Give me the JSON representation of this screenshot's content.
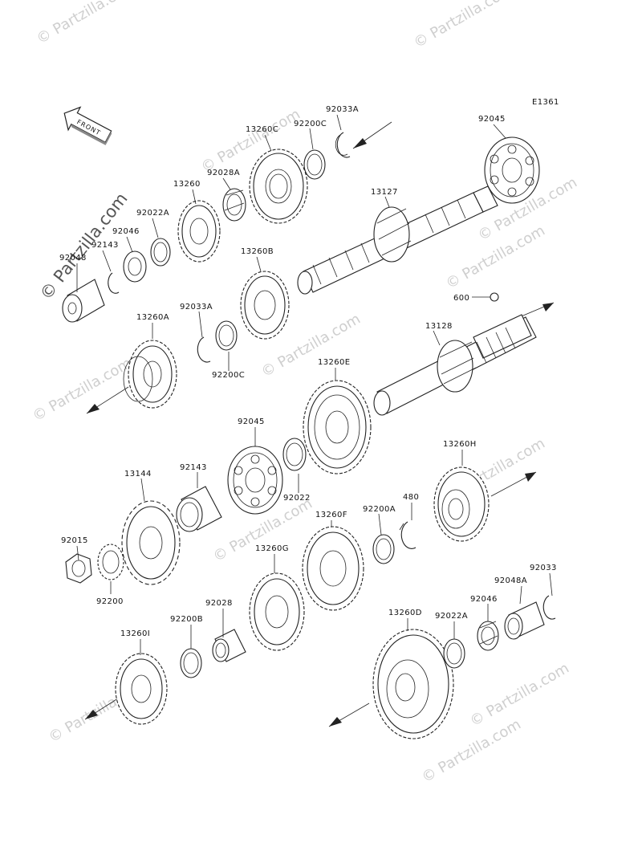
{
  "diagram": {
    "code": "E1361",
    "front_label": "FRONT",
    "watermarks": [
      "© Partzilla.com",
      "© Partzilla.com",
      "© Partzilla.com",
      "© Partzilla.com",
      "© Partzilla.com",
      "© Partzilla.com",
      "© Partzilla.com",
      "© Partzilla.com",
      "© Partzilla.com",
      "© Partzilla.com",
      "© Partzilla.com",
      "© Partzilla.com",
      "© Partzilla.com"
    ],
    "labels": {
      "p92045a": "92045",
      "p92033A": "92033A",
      "p92200C_top": "92200C",
      "p13260C": "13260C",
      "p92028A": "92028A",
      "p13260": "13260",
      "p92022A_top": "92022A",
      "p92046_top": "92046",
      "p92143_top": "92143",
      "p92048_top": "92048",
      "p13127": "13127",
      "p13260B": "13260B",
      "p600": "600",
      "p13260A": "13260A",
      "p92033A_mid": "92033A",
      "p92200C_mid": "92200C",
      "p13128": "13128",
      "p13260E": "13260E",
      "p92045b": "92045",
      "p92143": "92143",
      "p13144": "13144",
      "p92022": "92022",
      "p13260H": "13260H",
      "p480": "480",
      "p92200A": "92200A",
      "p13260F": "13260F",
      "p92015": "92015",
      "p92200": "92200",
      "p13260G": "13260G",
      "p92028": "92028",
      "p92200B": "92200B",
      "p92048A": "92048A",
      "p92033": "92033",
      "p92046": "92046",
      "p13260D": "13260D",
      "p92022A": "92022A",
      "p13260I": "13260I"
    }
  }
}
